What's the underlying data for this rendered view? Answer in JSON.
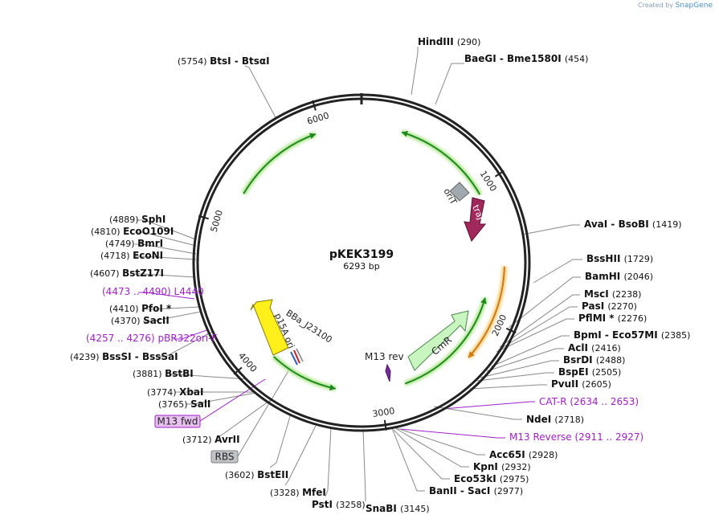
{
  "watermark": {
    "prefix": "Created by",
    "brand": "SnapGene"
  },
  "plasmid": {
    "name": "pKEK3199",
    "size": "6293 bp",
    "length": 6293
  },
  "colors": {
    "backbone": "#222222",
    "green_arc": "#1e8a1e",
    "green_glow": "#b8e89a",
    "orange_arc": "#d07a10",
    "orange_glow": "#f5d38a",
    "traJ": "#a0285a",
    "oriT": "#a0a8b0",
    "p15A": "#ffef1a",
    "CmR": "#c8f5c0",
    "primer": "#a020c8",
    "leader": "#888888"
  },
  "ticks": [
    {
      "pos": 1000,
      "label": "1000"
    },
    {
      "pos": 2000,
      "label": "2000"
    },
    {
      "pos": 3000,
      "label": "3000"
    },
    {
      "pos": 4000,
      "label": "4000"
    },
    {
      "pos": 5000,
      "label": "5000"
    },
    {
      "pos": 6000,
      "label": "6000"
    }
  ],
  "features": [
    {
      "name": "oriT",
      "label": "oriT"
    },
    {
      "name": "traJ",
      "label": "traJ"
    },
    {
      "name": "CmR",
      "label": "CmR"
    },
    {
      "name": "p15A ori",
      "label": "p15A ori"
    },
    {
      "name": "BBa_J23100",
      "label": "BBa_J23100"
    },
    {
      "name": "M13 rev",
      "label": "M13 rev"
    }
  ],
  "sites": [
    {
      "name": "HindIII",
      "pos": "(290)"
    },
    {
      "name": "BaeGI  -  Bme1580I",
      "pos": "(454)"
    },
    {
      "name": "AvaI  -  BsoBI",
      "pos": "(1419)"
    },
    {
      "name": "BssHII",
      "pos": "(1729)"
    },
    {
      "name": "BamHI",
      "pos": "(2046)"
    },
    {
      "name": "MscI",
      "pos": "(2238)"
    },
    {
      "name": "PasI",
      "pos": "(2270)"
    },
    {
      "name": "PflMI *",
      "pos": "(2276)"
    },
    {
      "name": "BpmI  -  Eco57MI",
      "pos": "(2385)"
    },
    {
      "name": "AclI",
      "pos": "(2416)"
    },
    {
      "name": "BsrDI",
      "pos": "(2488)"
    },
    {
      "name": "BspEI",
      "pos": "(2505)"
    },
    {
      "name": "PvuII",
      "pos": "(2605)"
    },
    {
      "name": "NdeI",
      "pos": "(2718)"
    },
    {
      "name": "Acc65I",
      "pos": "(2928)"
    },
    {
      "name": "KpnI",
      "pos": "(2932)"
    },
    {
      "name": "Eco53kI",
      "pos": "(2975)"
    },
    {
      "name": "BanII  -  SacI",
      "pos": "(2977)"
    },
    {
      "name": "SnaBI",
      "pos": "(3145)"
    },
    {
      "name": "PstI",
      "pos": "(3258)"
    },
    {
      "name": "MfeI",
      "pos": "(3328)"
    },
    {
      "name": "BstEII",
      "pos": "(3602)"
    },
    {
      "name": "AvrII",
      "pos": "(3712)"
    },
    {
      "name": "SalI",
      "pos": "(3765)"
    },
    {
      "name": "XbaI",
      "pos": "(3774)"
    },
    {
      "name": "BstBI",
      "pos": "(3881)"
    },
    {
      "name": "BssSI  -  BssSaI",
      "pos": "(4239)"
    },
    {
      "name": "SacII",
      "pos": "(4370)"
    },
    {
      "name": "PfoI *",
      "pos": "(4410)"
    },
    {
      "name": "BstZ17I",
      "pos": "(4607)"
    },
    {
      "name": "EcoNI",
      "pos": "(4718)"
    },
    {
      "name": "BmrI",
      "pos": "(4749)"
    },
    {
      "name": "EcoO109I",
      "pos": "(4810)"
    },
    {
      "name": "SphI",
      "pos": "(4889)"
    },
    {
      "name": "BtsI  -  BtsαI",
      "pos": "(5754)"
    }
  ],
  "primers": [
    {
      "name": "CAT-R",
      "range": "(2634 .. 2653)"
    },
    {
      "name": "M13 Reverse",
      "range": "(2911 .. 2927)"
    },
    {
      "name": "pBR322ori-F",
      "range": "(4257 .. 4276)"
    },
    {
      "name": "L4440",
      "range": "(4473 .. 4490)"
    }
  ],
  "boxed_labels": [
    {
      "name": "M13 fwd",
      "style": "primer"
    },
    {
      "name": "RBS",
      "style": "grey"
    }
  ]
}
